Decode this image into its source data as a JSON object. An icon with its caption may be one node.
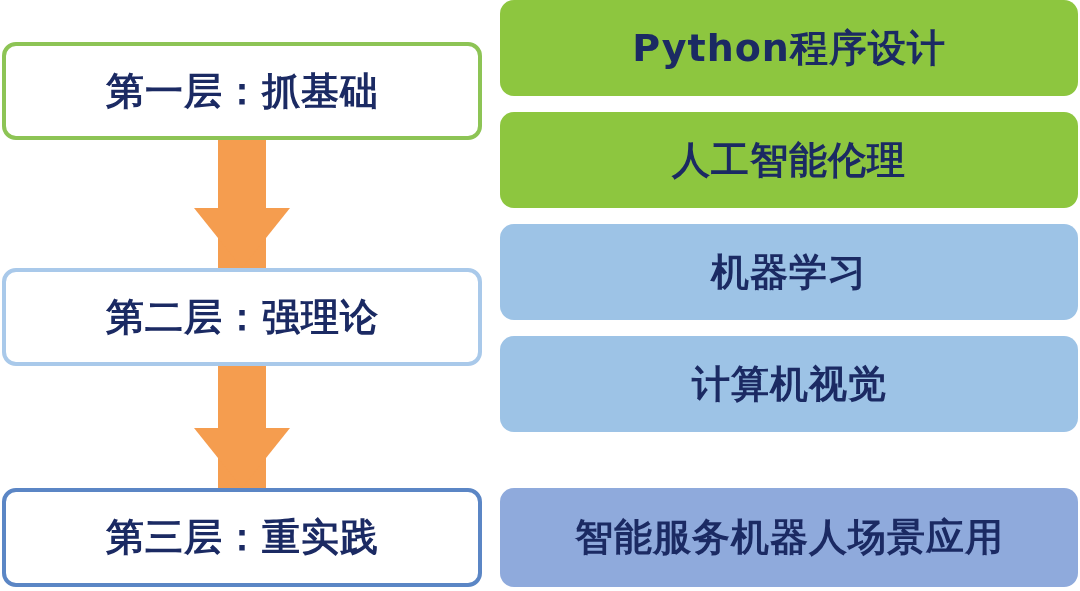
{
  "diagram": {
    "nodes": [
      {
        "text": [
          "第一层：抓基础"
        ]
      },
      {
        "text": [
          "Python程序设计"
        ]
      },
      {
        "text": [
          "人工智能伦理"
        ]
      },
      {
        "text": [
          "第二层：强理论"
        ]
      },
      {
        "text": [
          "机器学习"
        ]
      },
      {
        "text": [
          "计算机视觉"
        ]
      },
      {
        "text": [
          "第三层：重实践"
        ]
      },
      {
        "text": [
          "智能服务机器人场景应用"
        ]
      }
    ],
    "edges": [
      {
        "from": 0,
        "to": 3,
        "arrow": "to"
      },
      {
        "from": 3,
        "to": 6,
        "arrow": "to"
      }
    ]
  }
}
